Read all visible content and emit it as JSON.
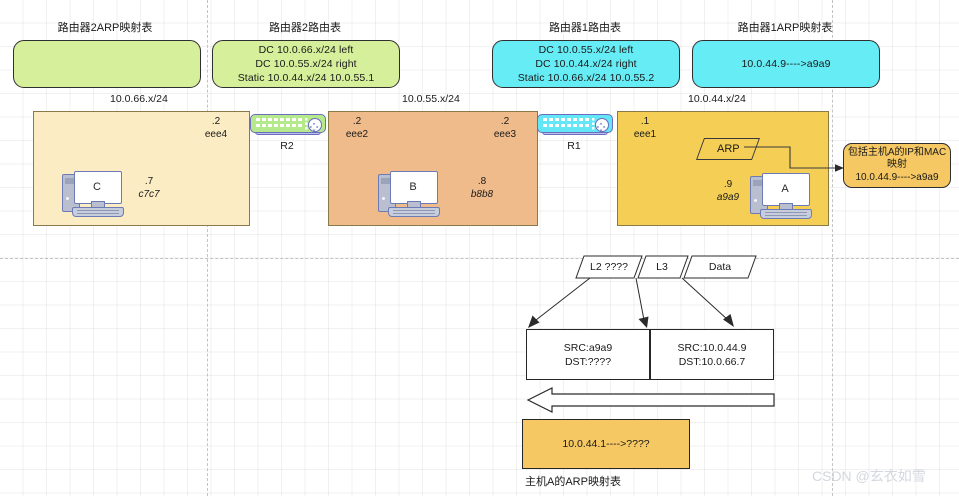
{
  "diagram": {
    "watermark": "CSDN @玄衣如雪",
    "captions": {
      "r2_arp": "路由器2ARP映射表",
      "r2_route": "路由器2路由表",
      "r1_route": "路由器1路由表",
      "r1_arp": "路由器1ARP映射表",
      "host_a_arp": "主机A的ARP映射表"
    },
    "tables": {
      "r2_arp_body": "",
      "r2_route_lines": [
        "DC  10.0.66.x/24  left",
        "DC  10.0.55.x/24 right",
        "Static 10.0.44.x/24 10.0.55.1"
      ],
      "r1_route_lines": [
        "DC  10.0.55.x/24  left",
        "DC  10.0.44.x/24 right",
        "Static 10.0.66.x/24 10.0.55.2"
      ],
      "r1_arp_body": "10.0.44.9---->a9a9",
      "host_a_arp_body": "10.0.44.1---->????"
    },
    "networks": {
      "left": "10.0.66.x/24",
      "middle": "10.0.55.x/24",
      "right": "10.0.44.x/24"
    },
    "segments": [
      {
        "name": "left-segment",
        "color": "#fbecc4",
        "host": {
          "label": "C",
          "ip_suffix": ".7",
          "mac": "c7c7"
        },
        "interfaces": [
          {
            "ip_suffix": ".2",
            "mac": "eee4",
            "side": "right"
          }
        ]
      },
      {
        "name": "middle-segment",
        "color": "#f0bb8b",
        "host": {
          "label": "B",
          "ip_suffix": ".8",
          "mac": "b8b8"
        },
        "interfaces": [
          {
            "ip_suffix": ".2",
            "mac": "eee2",
            "side": "left"
          },
          {
            "ip_suffix": ".2",
            "mac": "eee3",
            "side": "right"
          }
        ]
      },
      {
        "name": "right-segment",
        "color": "#f5cf55",
        "host": {
          "label": "A",
          "ip_suffix": ".9",
          "mac": "a9a9"
        },
        "interfaces": [
          {
            "ip_suffix": ".1",
            "mac": "eee1",
            "side": "left"
          }
        ]
      }
    ],
    "routers": [
      {
        "name": "R2",
        "color": "#b5ea8c"
      },
      {
        "name": "R1",
        "color": "#63e6f5"
      }
    ],
    "arp_shape_label": "ARP",
    "callout": {
      "line1": "包括主机A的IP和MAC",
      "line2": "映射",
      "line3": "10.0.44.9---->a9a9"
    },
    "packet": {
      "headers": [
        "L2 ????",
        "L3",
        "Data"
      ],
      "l2_detail": [
        "SRC:a9a9",
        "DST:????"
      ],
      "l3_detail": [
        "SRC:10.0.44.9",
        "DST:10.0.66.7"
      ]
    }
  }
}
